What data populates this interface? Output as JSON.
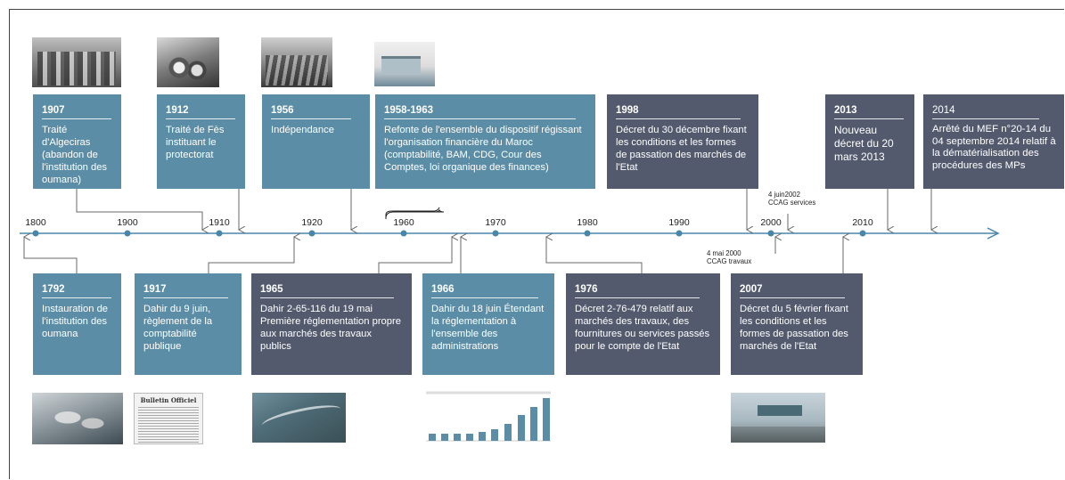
{
  "axis": {
    "ticks": [
      "1800",
      "1900",
      "1910",
      "1920",
      "1960",
      "1970",
      "1980",
      "1990",
      "2000",
      "2010"
    ]
  },
  "events_top": [
    {
      "year": "1907",
      "text": "Traité d'Algeciras (abandon de l'institution des oumana)"
    },
    {
      "year": "1912",
      "text": "Traité de Fès instituant le protectorat"
    },
    {
      "year": "1956",
      "text": "Indépendance"
    },
    {
      "year": "1958-1963",
      "text": "Refonte de l'ensemble du dispositif régissant l'organisation financière du Maroc (comptabilité, BAM, CDG, Cour des Comptes, loi organique des finances)"
    },
    {
      "year": "1998",
      "text": "Décret du 30 décembre fixant les conditions et les formes de passation des marchés de l'Etat"
    },
    {
      "year": "2013",
      "text": "Nouveau décret du 20 mars 2013"
    },
    {
      "year": "2014",
      "text": "Arrêté du MEF n°20-14 du 04 septembre 2014 relatif à la dématérialisation des procédures des MPs"
    }
  ],
  "events_bottom": [
    {
      "year": "1792",
      "text": "Instauration de l'institution des oumana"
    },
    {
      "year": "1917",
      "text": "Dahir du 9 juin, règlement de la comptabilité publique"
    },
    {
      "year": "1965",
      "text": "Dahir 2-65-116 du 19 mai Première réglementation propre aux marchés des travaux publics"
    },
    {
      "year": "1966",
      "text": "Dahir du 18 juin Étendant la réglementation à l'ensemble des administrations"
    },
    {
      "year": "1976",
      "text": "Décret 2-76-479 relatif aux marchés des travaux, des fournitures ou services passés pour le compte de l'Etat"
    },
    {
      "year": "2007",
      "text": "Décret du 5 février fixant les conditions et les formes de passation des marchés de l'Etat"
    }
  ],
  "notes": {
    "ccag_services": "4 juin2002\nCCAG services",
    "ccag_travaux": "4 mai 2000\nCCAG travaux"
  },
  "images": {
    "newspaper_title": "Bulletin Officiel"
  },
  "colors": {
    "light_box": "#5b8ea6",
    "dark_box": "#535a6e",
    "axis": "#4a86a8"
  }
}
